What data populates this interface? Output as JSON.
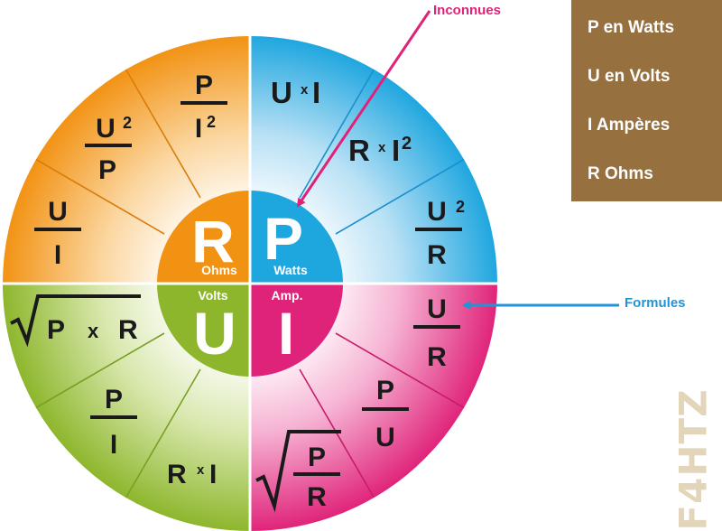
{
  "colors": {
    "watts": "#1ea6df",
    "ohms": "#f29213",
    "volts": "#8db62c",
    "amps": "#e0237a",
    "annotation_pink": "#e0237a",
    "annotation_blue": "#1f95d6",
    "legend_bg": "#97703f",
    "watermark": "#e2d5ba"
  },
  "legend": {
    "items": [
      "P en Watts",
      "U en Volts",
      "I Ampères",
      "R Ohms"
    ]
  },
  "annotations": {
    "unknowns": "Inconnues",
    "formulas": "Formules"
  },
  "watermark": "F4HTZ",
  "center": {
    "ohms": {
      "letter": "R",
      "unit": "Ohms"
    },
    "watts": {
      "letter": "P",
      "unit": "Watts"
    },
    "volts": {
      "letter": "U",
      "unit": "Volts"
    },
    "amps": {
      "letter": "I",
      "unit": "Amp."
    }
  },
  "formulas": {
    "power": {
      "product": {
        "a": "U",
        "op": "x",
        "b": "I"
      },
      "r_i2": {
        "a": "R",
        "op": "x",
        "b": "I",
        "exp": "2"
      },
      "u2_over_r": {
        "num": "U",
        "num_exp": "2",
        "den": "R"
      }
    },
    "resistance": {
      "p_over_i2": {
        "num": "P",
        "den": "I",
        "den_exp": "2"
      },
      "u2_over_p": {
        "num": "U",
        "num_exp": "2",
        "den": "P"
      },
      "u_over_i": {
        "num": "U",
        "den": "I"
      }
    },
    "voltage": {
      "sqrt_pr": {
        "a": "P",
        "op": "x",
        "b": "R"
      },
      "p_over_i": {
        "num": "P",
        "den": "I"
      },
      "r_x_i": {
        "a": "R",
        "op": "x",
        "b": "I"
      }
    },
    "current": {
      "u_over_r": {
        "num": "U",
        "den": "R"
      },
      "p_over_u": {
        "num": "P",
        "den": "U"
      },
      "sqrt_p_over_r": {
        "num": "P",
        "den": "R"
      }
    }
  }
}
